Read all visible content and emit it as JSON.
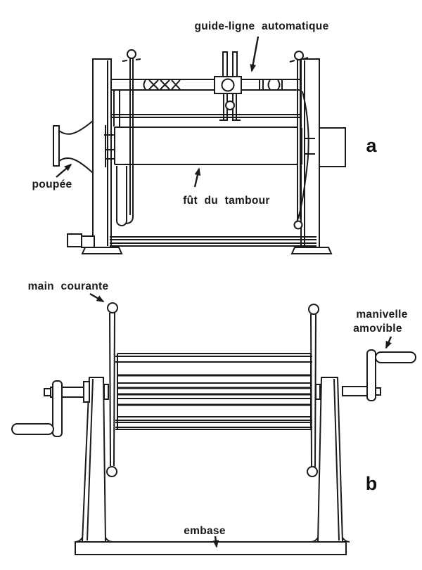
{
  "colors": {
    "background": "#ffffff",
    "ink": "#1a1a1a"
  },
  "figure_a": {
    "label": "a",
    "annotations": {
      "guide_ligne": "guide-ligne automatique",
      "poupee": "poupée",
      "fut_du_tambour": "fût du tambour"
    }
  },
  "figure_b": {
    "label": "b",
    "annotations": {
      "main_courante": "main courante",
      "manivelle_line1": "manivelle",
      "manivelle_line2": "amovible",
      "embase": "embase"
    }
  }
}
